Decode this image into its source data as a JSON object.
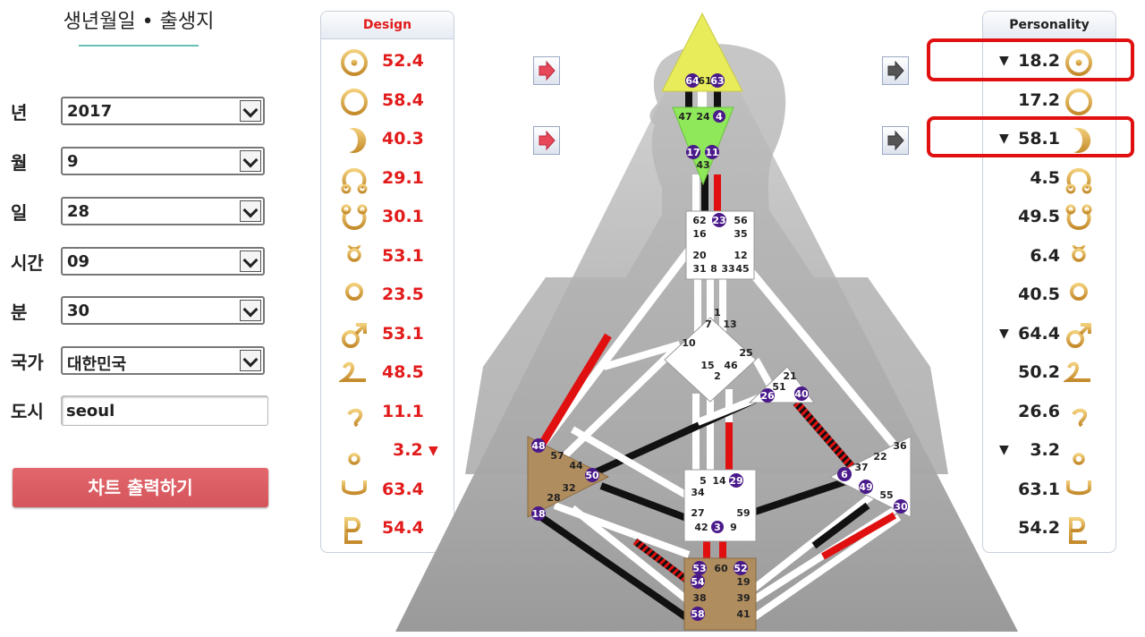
{
  "form": {
    "title": "생년월일 • 출생지",
    "fields": [
      {
        "label": "년",
        "value": "2017"
      },
      {
        "label": "월",
        "value": "9"
      },
      {
        "label": "일",
        "value": "28"
      },
      {
        "label": "시간",
        "value": "09"
      },
      {
        "label": "분",
        "value": "30"
      },
      {
        "label": "국가",
        "value": "대한민국"
      }
    ],
    "city": {
      "label": "도시",
      "value": "seoul"
    },
    "submit_label": "차트 출력하기"
  },
  "design": {
    "header": "Design",
    "color": "#e21b1b",
    "planets": [
      {
        "icon": "sun-icon",
        "value": "52.4"
      },
      {
        "icon": "earth-icon",
        "value": "58.4"
      },
      {
        "icon": "moon-icon",
        "value": "40.3"
      },
      {
        "icon": "north-node-icon",
        "value": "29.1"
      },
      {
        "icon": "south-node-icon",
        "value": "30.1"
      },
      {
        "icon": "mercury-icon",
        "value": "53.1"
      },
      {
        "icon": "venus-icon",
        "value": "23.5"
      },
      {
        "icon": "mars-icon",
        "value": "53.1"
      },
      {
        "icon": "jupiter-icon",
        "value": "48.5"
      },
      {
        "icon": "saturn-icon",
        "value": "11.1"
      },
      {
        "icon": "uranus-icon",
        "value": "3.2",
        "marker": "▼"
      },
      {
        "icon": "neptune-icon",
        "value": "63.4"
      },
      {
        "icon": "pluto-icon",
        "value": "54.4"
      }
    ]
  },
  "personality": {
    "header": "Personality",
    "color": "#222222",
    "planets": [
      {
        "icon": "sun-icon",
        "value": "18.2",
        "marker": "▼",
        "highlighted": true
      },
      {
        "icon": "earth-icon",
        "value": "17.2"
      },
      {
        "icon": "moon-icon",
        "value": "58.1",
        "marker": "▼",
        "highlighted": true
      },
      {
        "icon": "north-node-icon",
        "value": "4.5"
      },
      {
        "icon": "south-node-icon",
        "value": "49.5"
      },
      {
        "icon": "mercury-icon",
        "value": "6.4"
      },
      {
        "icon": "venus-icon",
        "value": "40.5"
      },
      {
        "icon": "mars-icon",
        "value": "64.4",
        "marker": "▼"
      },
      {
        "icon": "jupiter-icon",
        "value": "50.2"
      },
      {
        "icon": "saturn-icon",
        "value": "26.6"
      },
      {
        "icon": "uranus-icon",
        "value": "3.2",
        "marker": "▼"
      },
      {
        "icon": "neptune-icon",
        "value": "63.1"
      },
      {
        "icon": "pluto-icon",
        "value": "54.2"
      }
    ]
  },
  "colors": {
    "accent": "#d5555c",
    "gold": "#d8a23a",
    "design": "#e21b1b",
    "gate_badge": "#4a1a8a",
    "head": "#e8ec5a",
    "ajna": "#8ee85a",
    "root": "#b08d5e",
    "title_underline": "#6ac0b4",
    "highlight": "#e01010"
  },
  "bodygraph": {
    "head_gates": [
      "64",
      "61",
      "63"
    ],
    "ajna_gates": [
      "47",
      "24",
      "4",
      "17",
      "11",
      "43"
    ],
    "throat_gates": [
      "62",
      "23",
      "56",
      "16",
      "35",
      "20",
      "12",
      "31",
      "8",
      "33",
      "45"
    ],
    "g_gates": [
      "1",
      "7",
      "13",
      "10",
      "25",
      "15",
      "46",
      "2"
    ],
    "ego_gates": [
      "21",
      "51",
      "26",
      "40"
    ],
    "spleen_gates": [
      "48",
      "57",
      "44",
      "50",
      "32",
      "28",
      "18"
    ],
    "sacral_gates": [
      "5",
      "14",
      "29",
      "34",
      "27",
      "59",
      "42",
      "3",
      "9"
    ],
    "solar_gates": [
      "36",
      "22",
      "6",
      "37",
      "49",
      "55",
      "30"
    ],
    "root_gates": [
      "53",
      "60",
      "52",
      "54",
      "19",
      "38",
      "39",
      "58",
      "41"
    ],
    "active_gates": [
      "64",
      "63",
      "4",
      "17",
      "11",
      "23",
      "26",
      "40",
      "48",
      "50",
      "18",
      "29",
      "3",
      "6",
      "49",
      "30",
      "53",
      "52",
      "54",
      "58"
    ]
  }
}
